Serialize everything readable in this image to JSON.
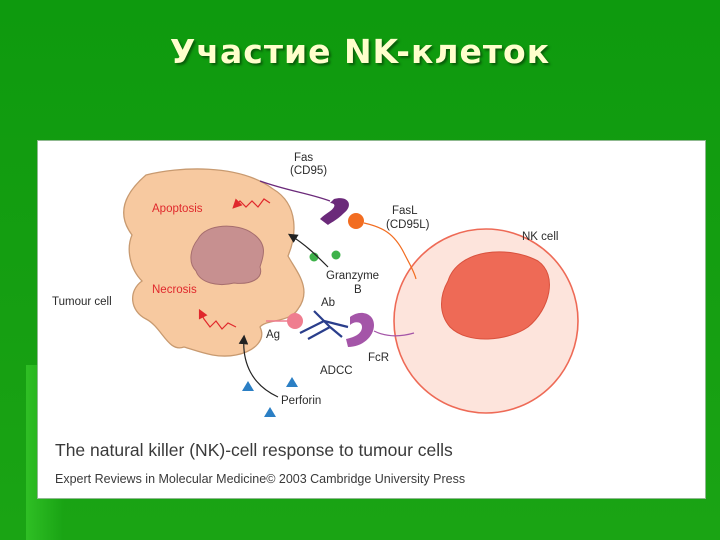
{
  "slide": {
    "title": "Участие NK-клеток"
  },
  "diagram": {
    "labels": {
      "fas": "Fas",
      "cd95": "(CD95)",
      "fasl": "FasL",
      "cd95l": "(CD95L)",
      "nk_cell": "NK cell",
      "apoptosis": "Apoptosis",
      "necrosis": "Necrosis",
      "tumour_cell": "Tumour cell",
      "granzyme": "Granzyme",
      "granzyme_b": "B",
      "ab": "Ab",
      "ag": "Ag",
      "fcr": "FcR",
      "adcc": "ADCC",
      "perforin": "Perforin"
    },
    "caption": "The natural killer (NK)-cell response to tumour cells",
    "credit": "Expert Reviews in Molecular Medicine© 2003 Cambridge University Press",
    "colors": {
      "tumour_fill": "#f7c9a0",
      "nucleus_fill": "#c79090",
      "nk_outer": "#fde4dc",
      "nk_nucleus": "#ee6a56",
      "fas": "#6b2a7a",
      "fasl": "#f26d21",
      "granzyme": "#3db24a",
      "antibody": "#2a3e8c",
      "fcr": "#a455a8",
      "antigen": "#ef7d8f",
      "perforin": "#2b7fc4",
      "arrow_red": "#e0282c"
    }
  }
}
